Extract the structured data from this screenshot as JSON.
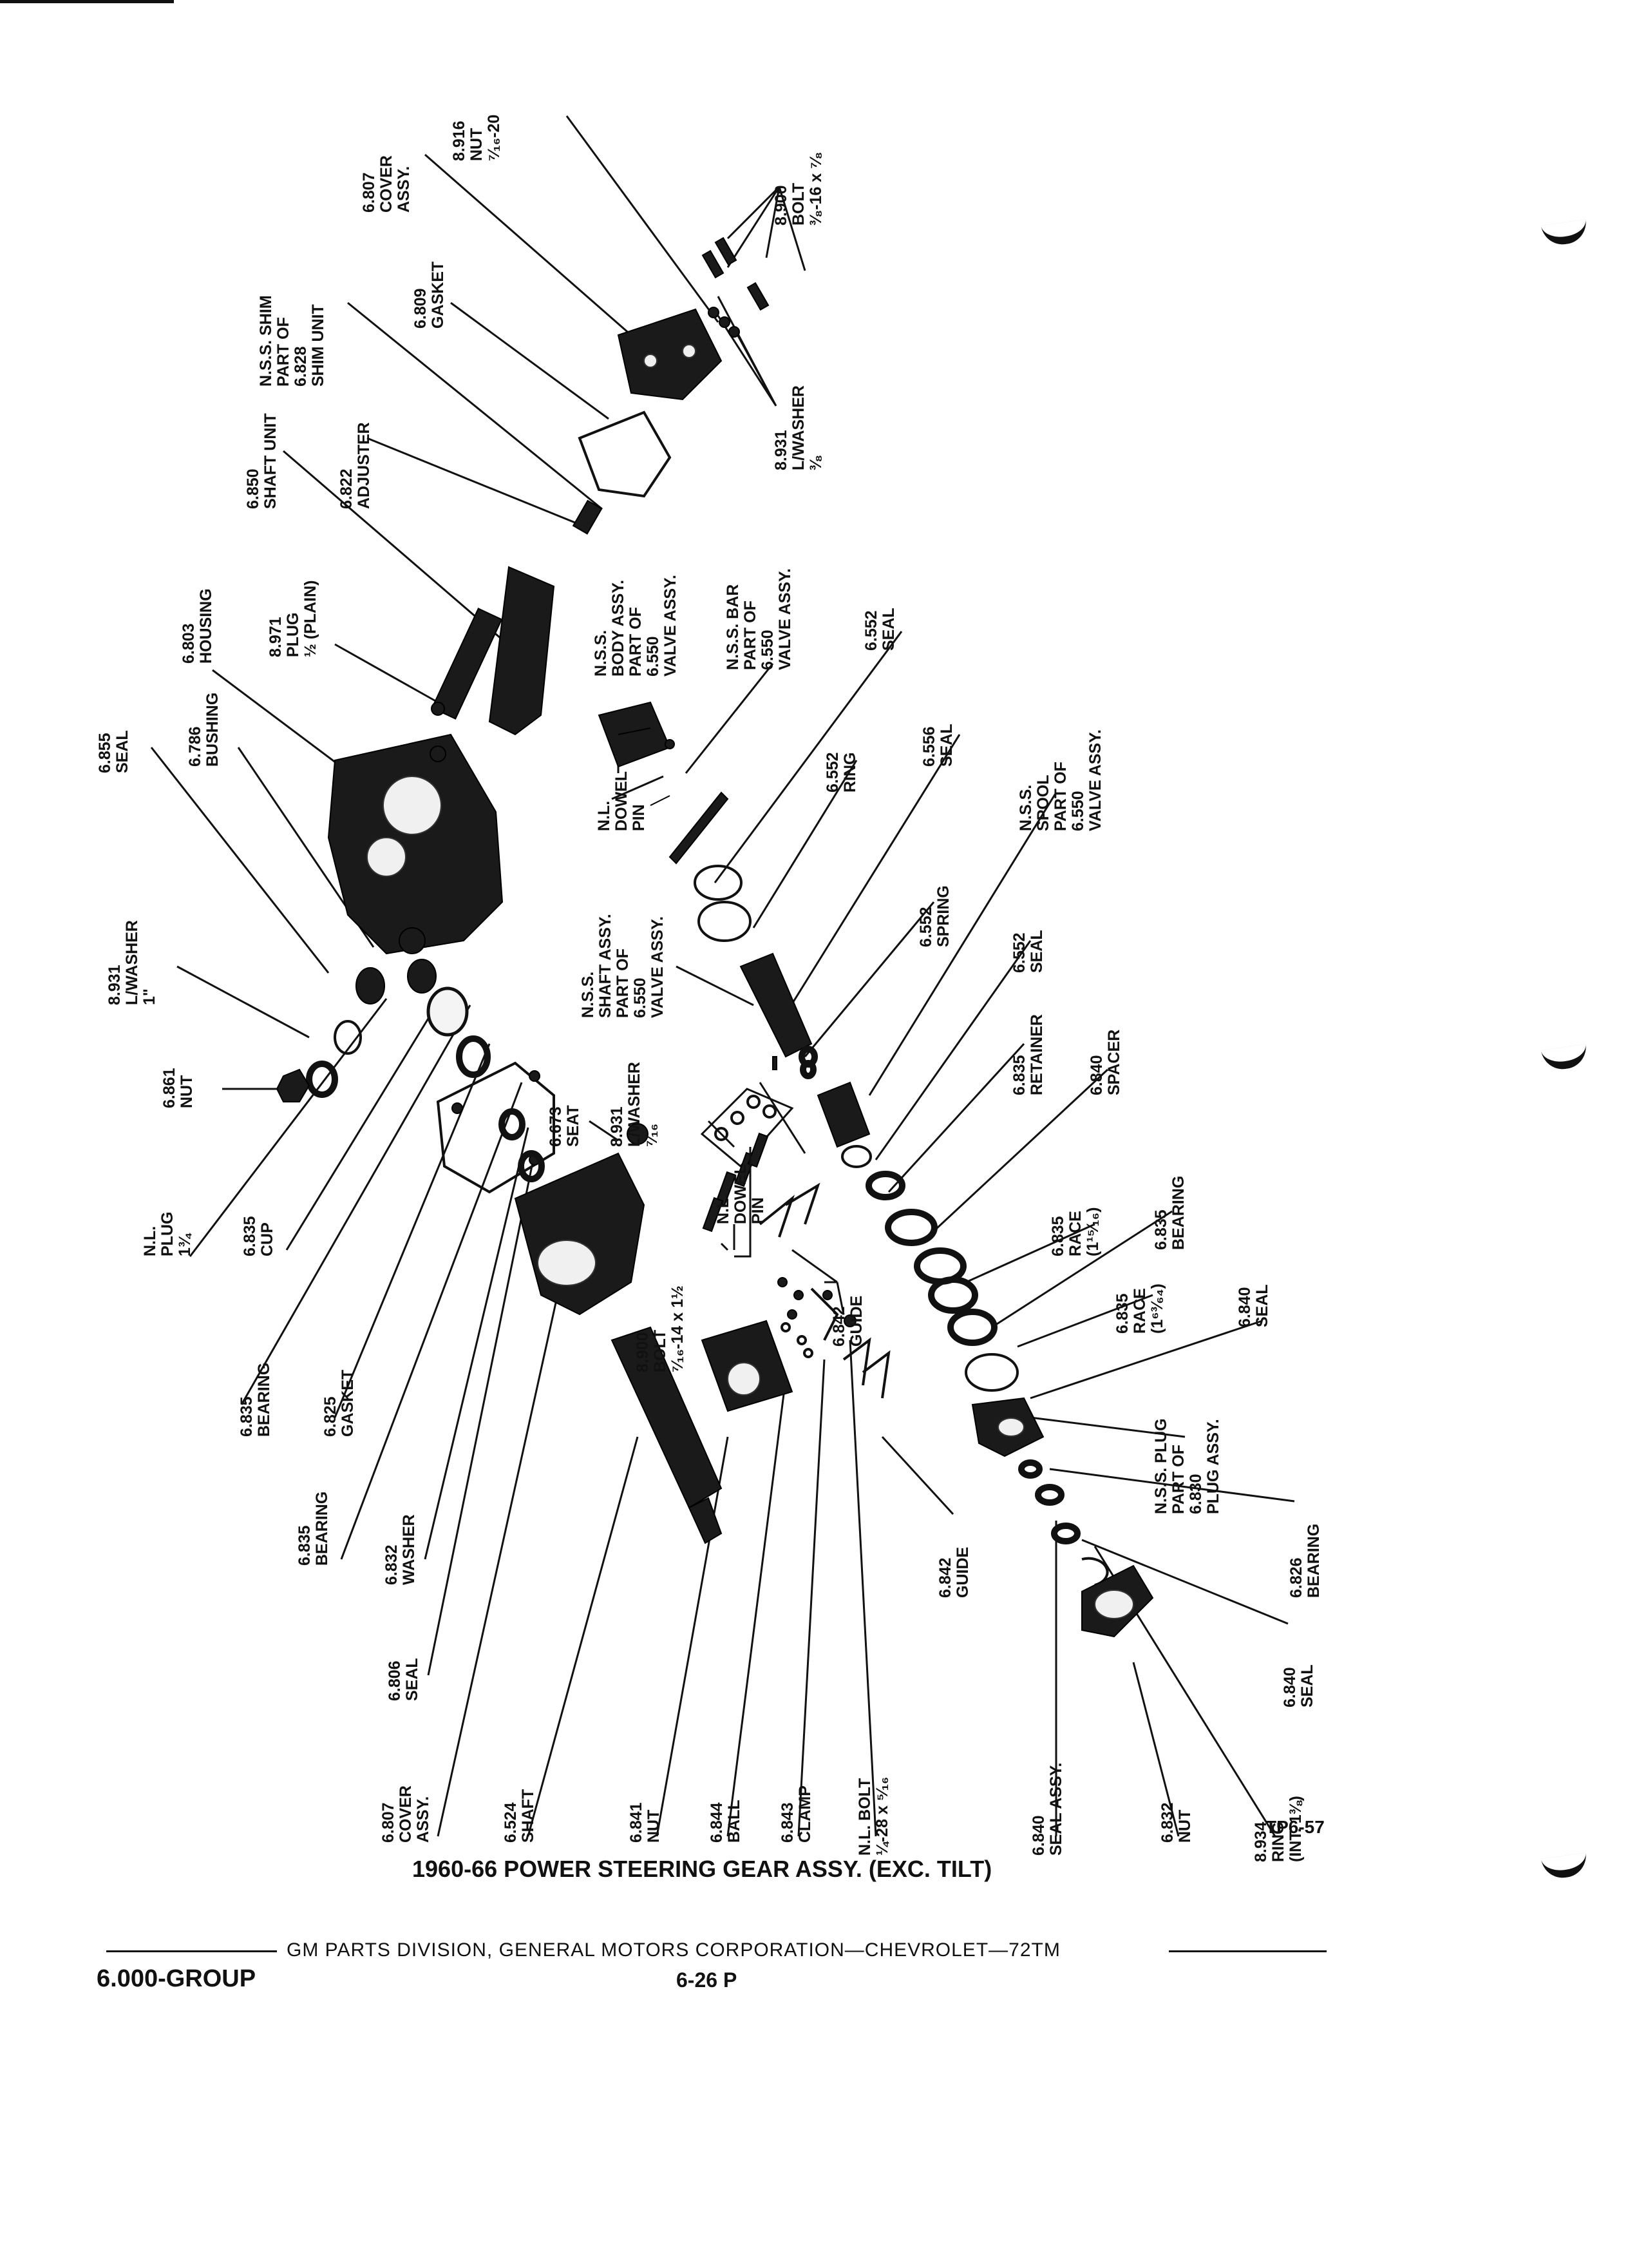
{
  "callouts": [
    {
      "id": "c1",
      "lines": [
        "6.807",
        "COVER",
        "ASSY."
      ]
    },
    {
      "id": "c2",
      "lines": [
        "8.916",
        "NUT",
        "⁷⁄₁₆-20"
      ]
    },
    {
      "id": "c3",
      "lines": [
        "8.900",
        "BOLT",
        "³⁄₈-16 x ⁷⁄₈"
      ]
    },
    {
      "id": "c4",
      "lines": [
        "N.S.S. SHIM",
        "PART OF",
        "6.828",
        "SHIM UNIT"
      ]
    },
    {
      "id": "c5",
      "lines": [
        "6.809",
        "GASKET"
      ]
    },
    {
      "id": "c6",
      "lines": [
        "8.931",
        "L/WASHER",
        "³⁄₈"
      ]
    },
    {
      "id": "c7",
      "lines": [
        "6.850",
        "SHAFT UNIT"
      ]
    },
    {
      "id": "c8",
      "lines": [
        "6.822",
        "ADJUSTER"
      ]
    },
    {
      "id": "c9",
      "lines": [
        "8.971",
        "PLUG",
        "½ (PLAIN)"
      ]
    },
    {
      "id": "c10",
      "lines": [
        "6.803",
        "HOUSING"
      ]
    },
    {
      "id": "c11",
      "lines": [
        "N.S.S.",
        "BODY ASSY.",
        "PART OF",
        "6.550",
        "VALVE ASSY."
      ]
    },
    {
      "id": "c12",
      "lines": [
        "N.S.S. BAR",
        "PART OF",
        "6.550",
        "VALVE ASSY."
      ]
    },
    {
      "id": "c13",
      "lines": [
        "6.552",
        "SEAL"
      ]
    },
    {
      "id": "c14",
      "lines": [
        "6.855",
        "SEAL"
      ]
    },
    {
      "id": "c15",
      "lines": [
        "6.786",
        "BUSHING"
      ]
    },
    {
      "id": "c16",
      "lines": [
        "N.L.",
        "DOWEL",
        "PIN"
      ]
    },
    {
      "id": "c17",
      "lines": [
        "6.552",
        "RING"
      ]
    },
    {
      "id": "c18",
      "lines": [
        "6.556",
        "SEAL"
      ]
    },
    {
      "id": "c19",
      "lines": [
        "N.S.S.",
        "SPOOL",
        "PART OF",
        "6.550",
        "VALVE ASSY."
      ]
    },
    {
      "id": "c20",
      "lines": [
        "8.931",
        "L/WASHER",
        "1\""
      ]
    },
    {
      "id": "c21",
      "lines": [
        "N.S.S.",
        "SHAFT ASSY.",
        "PART OF",
        "6.550",
        "VALVE ASSY."
      ]
    },
    {
      "id": "c22",
      "lines": [
        "6.552",
        "SPRING"
      ]
    },
    {
      "id": "c23",
      "lines": [
        "6.552",
        "SEAL"
      ]
    },
    {
      "id": "c24",
      "lines": [
        "6.861",
        "NUT"
      ]
    },
    {
      "id": "c25",
      "lines": [
        "8.931",
        "L/WASHER",
        "⁷⁄₁₆"
      ]
    },
    {
      "id": "c26",
      "lines": [
        "6.835",
        "RETAINER"
      ]
    },
    {
      "id": "c27",
      "lines": [
        "6.840",
        "SPACER"
      ]
    },
    {
      "id": "c28",
      "lines": [
        "6.673",
        "SEAT"
      ]
    },
    {
      "id": "c29",
      "lines": [
        "N.L.",
        "DOWEL",
        "PIN"
      ]
    },
    {
      "id": "c30",
      "lines": [
        "6.835",
        "RACE",
        "(1¹⁵⁄₁₆)"
      ]
    },
    {
      "id": "c31",
      "lines": [
        "6.835",
        "BEARING"
      ]
    },
    {
      "id": "c32",
      "lines": [
        "N.L.",
        "PLUG",
        "1¾"
      ]
    },
    {
      "id": "c33",
      "lines": [
        "6.835",
        "CUP"
      ]
    },
    {
      "id": "c34",
      "lines": [
        "8.900",
        "BOLT",
        "⁷⁄₁₆-14 x 1½"
      ]
    },
    {
      "id": "c35",
      "lines": [
        "6.842",
        "GUIDE"
      ]
    },
    {
      "id": "c36",
      "lines": [
        "6.835",
        "RACE",
        "(1⁶³⁄₆₄)"
      ]
    },
    {
      "id": "c37",
      "lines": [
        "6.840",
        "SEAL"
      ]
    },
    {
      "id": "c38",
      "lines": [
        "6.835",
        "BEARING"
      ]
    },
    {
      "id": "c39",
      "lines": [
        "6.825",
        "GASKET"
      ]
    },
    {
      "id": "c40",
      "lines": [
        "N.S.S. PLUG",
        "PART OF",
        "6.830",
        "PLUG ASSY."
      ]
    },
    {
      "id": "c41",
      "lines": [
        "6.835",
        "BEARING"
      ]
    },
    {
      "id": "c42",
      "lines": [
        "6.832",
        "WASHER"
      ]
    },
    {
      "id": "c43",
      "lines": [
        "6.842",
        "GUIDE"
      ]
    },
    {
      "id": "c44",
      "lines": [
        "6.826",
        "BEARING"
      ]
    },
    {
      "id": "c45",
      "lines": [
        "6.806",
        "SEAL"
      ]
    },
    {
      "id": "c46",
      "lines": [
        "6.840",
        "SEAL"
      ]
    },
    {
      "id": "c47",
      "lines": [
        "6.807",
        "COVER",
        "ASSY."
      ]
    },
    {
      "id": "c48",
      "lines": [
        "6.524",
        "SHAFT"
      ]
    },
    {
      "id": "c49",
      "lines": [
        "6.841",
        "NUT"
      ]
    },
    {
      "id": "c50",
      "lines": [
        "6.844",
        "BALL"
      ]
    },
    {
      "id": "c51",
      "lines": [
        "6.843",
        "CLAMP"
      ]
    },
    {
      "id": "c52",
      "lines": [
        "N.L. BOLT",
        "¼-28 x ⁵⁄₁₆"
      ]
    },
    {
      "id": "c53",
      "lines": [
        "6.840",
        "SEAL ASSY."
      ]
    },
    {
      "id": "c54",
      "lines": [
        "6.832",
        "NUT"
      ]
    },
    {
      "id": "c55",
      "lines": [
        "8.934",
        "RING",
        "(INT. 1⅜)"
      ]
    }
  ],
  "figure_ref": "TP6-57",
  "caption": "1960-66 POWER STEERING GEAR ASSY. (EXC. TILT)",
  "footer": {
    "publisher": "GM PARTS DIVISION, GENERAL MOTORS CORPORATION—CHEVROLET—72TM",
    "group": "6.000-GROUP",
    "page": "6-26  P"
  }
}
